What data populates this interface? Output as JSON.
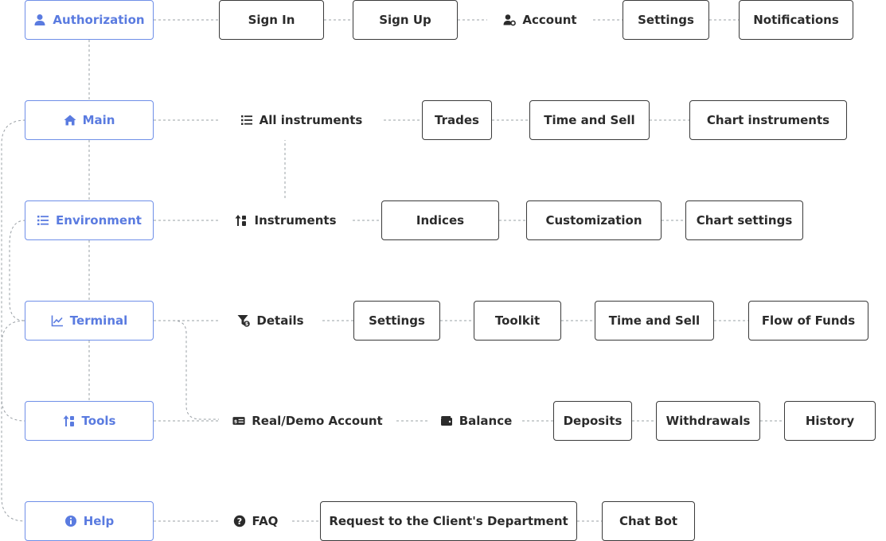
{
  "colors": {
    "category": "#5a7be0",
    "border_category": "#6f8fe8",
    "item_text": "#2b2b2b",
    "connector": "#9aa0a6"
  },
  "categories": {
    "authorization": {
      "label": "Authorization",
      "icon": "user-icon"
    },
    "main": {
      "label": "Main",
      "icon": "home-icon"
    },
    "environment": {
      "label": "Environment",
      "icon": "list-icon"
    },
    "terminal": {
      "label": "Terminal",
      "icon": "chart-line-icon"
    },
    "tools": {
      "label": "Tools",
      "icon": "sort-arrows-icon"
    },
    "help": {
      "label": "Help",
      "icon": "info-circle-icon"
    }
  },
  "authorization": {
    "sign_in": "Sign In",
    "sign_up": "Sign Up",
    "account": {
      "label": "Account",
      "icon": "user-gear-icon"
    },
    "settings": "Settings",
    "notifications": "Notifications"
  },
  "main": {
    "all_instruments": {
      "label": "All instruments",
      "icon": "list-icon"
    },
    "trades": "Trades",
    "time_and_sell": "Time and Sell",
    "chart_instruments": "Chart instruments"
  },
  "environment": {
    "instruments": {
      "label": "Instruments",
      "icon": "sort-arrows-icon"
    },
    "indices": "Indices",
    "customization": "Customization",
    "chart_settings": "Chart settings"
  },
  "terminal": {
    "details": {
      "label": "Details",
      "icon": "funnel-dollar-icon"
    },
    "settings": "Settings",
    "toolkit": "Toolkit",
    "time_and_sell": "Time and Sell",
    "flow_of_funds": "Flow of Funds"
  },
  "tools": {
    "real_demo_account": {
      "label": "Real/Demo Account",
      "icon": "money-check-icon"
    },
    "balance": {
      "label": "Balance",
      "icon": "wallet-icon"
    },
    "deposits": "Deposits",
    "withdrawals": "Withdrawals",
    "history": "History"
  },
  "help": {
    "faq": {
      "label": "FAQ",
      "icon": "question-circle-icon"
    },
    "request": "Request to the Client's Department",
    "chat_bot": "Chat Bot"
  }
}
